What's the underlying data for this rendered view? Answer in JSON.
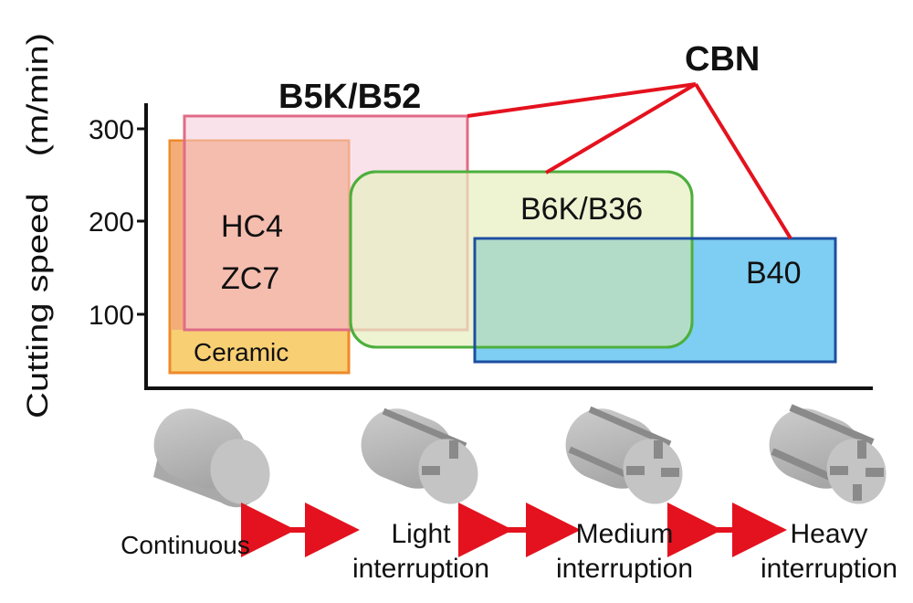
{
  "ylabel": "Cutting speed　(m/min)",
  "yticks": [
    "100",
    "200",
    "300"
  ],
  "grades": {
    "cbn": "CBN",
    "b5k": "B5K/B52",
    "b6k": "B6K/B36",
    "b40": "B40",
    "hc4": "HC4",
    "zc7": "ZC7",
    "ceramic": "Ceramic"
  },
  "workpieces": {
    "continuous": "Continuous",
    "light": [
      "Light",
      "interruption"
    ],
    "medium": [
      "Medium",
      "interruption"
    ],
    "heavy": [
      "Heavy",
      "interruption"
    ]
  },
  "colors": {
    "ceramic_fill": "#F8CF73",
    "ceramic_stroke": "#EE8A2A",
    "hc4_fill": "#F3AE78",
    "b5k_fill": "#F6CADB",
    "b5k_stroke": "#E06C86",
    "b6k_fill": "#E7EFC0",
    "b6k_stroke": "#4CAF3C",
    "b40_fill": "#7ECDF2",
    "b40_stroke": "#1C4FA0",
    "overlap_fill": "#B2DCC8",
    "cbn_line": "#E4121E",
    "arrow": "#E4121E",
    "cylinder": "#BFBFBF"
  },
  "icons": [
    "cylinder-continuous-icon",
    "cylinder-light-interruption-icon",
    "cylinder-medium-interruption-icon",
    "cylinder-heavy-interruption-icon",
    "double-arrow-icon"
  ]
}
